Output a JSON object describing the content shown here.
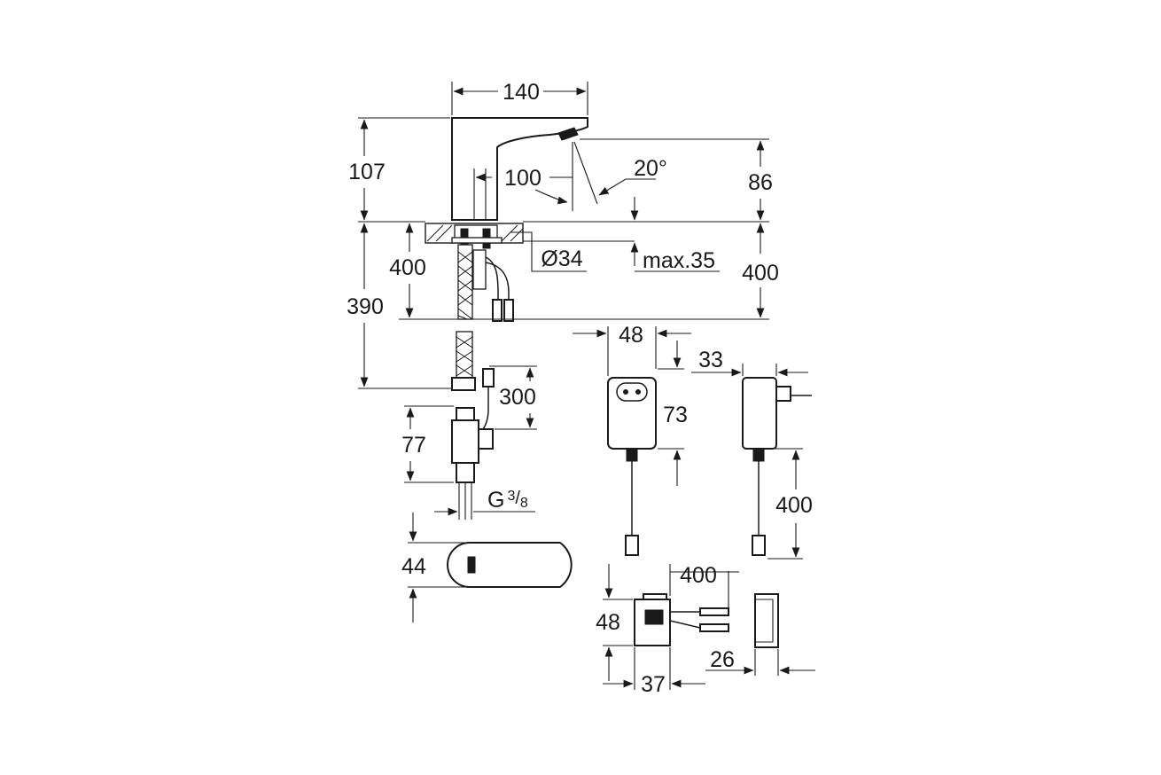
{
  "dimensions": {
    "spout_width": "140",
    "spout_height": "107",
    "spout_reach": "100",
    "spray_angle": "20°",
    "outlet_height": "86",
    "hose_length_right": "400",
    "hose_length_left": "400",
    "total_depth": "390",
    "hole_diameter": "Ø34",
    "max_counter_thickness": "max.35",
    "cable_length": "300",
    "valve_height": "77",
    "thread_main": "G",
    "thread_num": "3",
    "thread_den": "8",
    "spout_depth": "44",
    "adapter_width": "48",
    "adapter_height": "73",
    "adapter_depth": "33",
    "adapter_cable": "400",
    "box_cable": "400",
    "box_height": "48",
    "box_width": "37",
    "box_depth": "26"
  },
  "colors": {
    "line": "#1a1a1a",
    "background": "#ffffff"
  }
}
